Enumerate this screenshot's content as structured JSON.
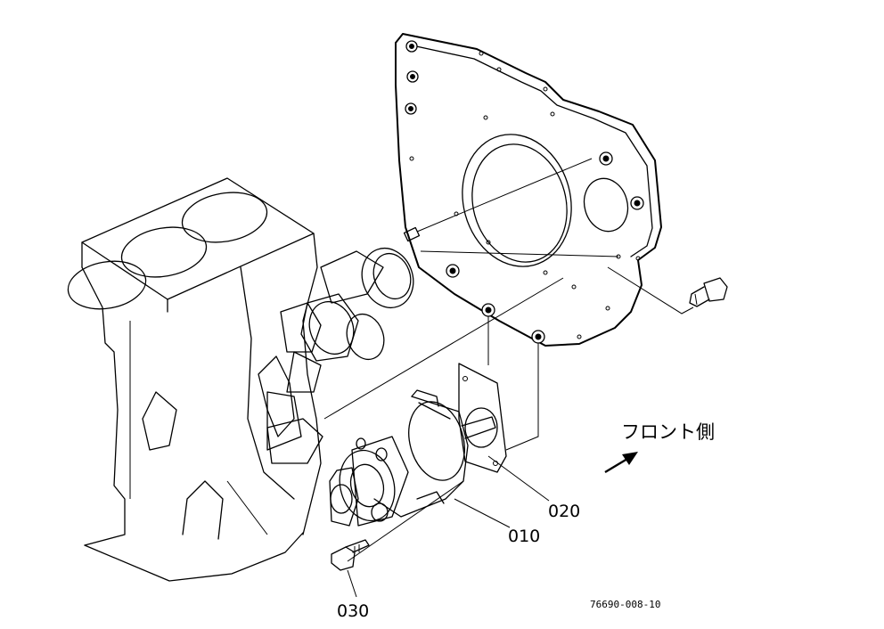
{
  "callouts": {
    "p020": "020",
    "p010": "010",
    "p030": "030"
  },
  "direction_label": "フロント側",
  "drawing_code": "76690-008-10",
  "icons": {
    "direction": "arrow-up-right-icon"
  }
}
